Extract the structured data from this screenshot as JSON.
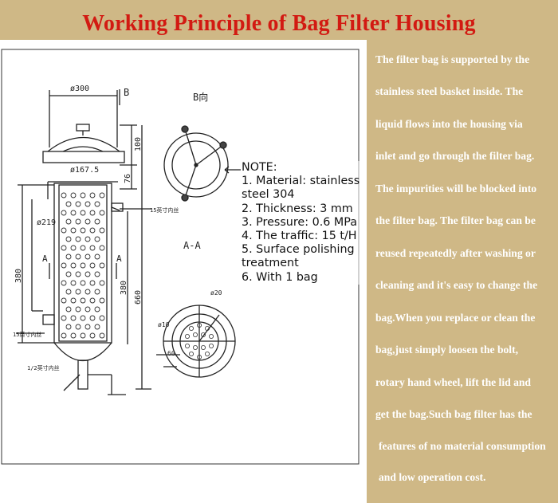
{
  "title": "Working Principle of Bag Filter Housing",
  "drawing": {
    "dim_top_width": "ø300",
    "dim_body_width": "ø167.5",
    "dim_body_diameter": "ø219",
    "dim_cap_height": "100",
    "dim_flange_height": "76",
    "dim_height_380_left": "380",
    "dim_height_380_right": "380",
    "dim_height_total": "660",
    "label_B_arrow": "B",
    "label_A_left": "A",
    "label_A_right": "A",
    "label_B_view": "B向",
    "label_section": "A-A",
    "label_inlet_upper": "15英寸内丝",
    "label_inlet_lower": "15英寸内丝",
    "label_outlet": "1/2英寸内丝",
    "section_dim_1": "60",
    "section_dim_2": "ø20",
    "section_dim_3": "ø10"
  },
  "note": {
    "heading": "NOTE:",
    "lines": [
      "1. Material: stainless",
      "steel 304",
      "2. Thickness: 3 mm",
      "3. Pressure: 0.6 MPa",
      "4. The traffic: 15 t/H",
      "5. Surface polishing",
      "treatment",
      "6. With 1 bag"
    ]
  },
  "description": [
    "The filter bag is supported by the",
    "stainless steel basket inside. The",
    "liquid flows into the housing via",
    "inlet and go through the filter bag.",
    "The impurities will be blocked into",
    "the filter bag. The filter bag can be",
    "reused repeatedly after washing or",
    "cleaning and it's easy to change the",
    "bag.When you replace or clean the",
    "bag,just simply loosen the bolt,",
    "rotary hand wheel, lift the lid and",
    "get the bag.Such bag filter has the",
    "features of no material consumption",
    "and low operation cost."
  ]
}
